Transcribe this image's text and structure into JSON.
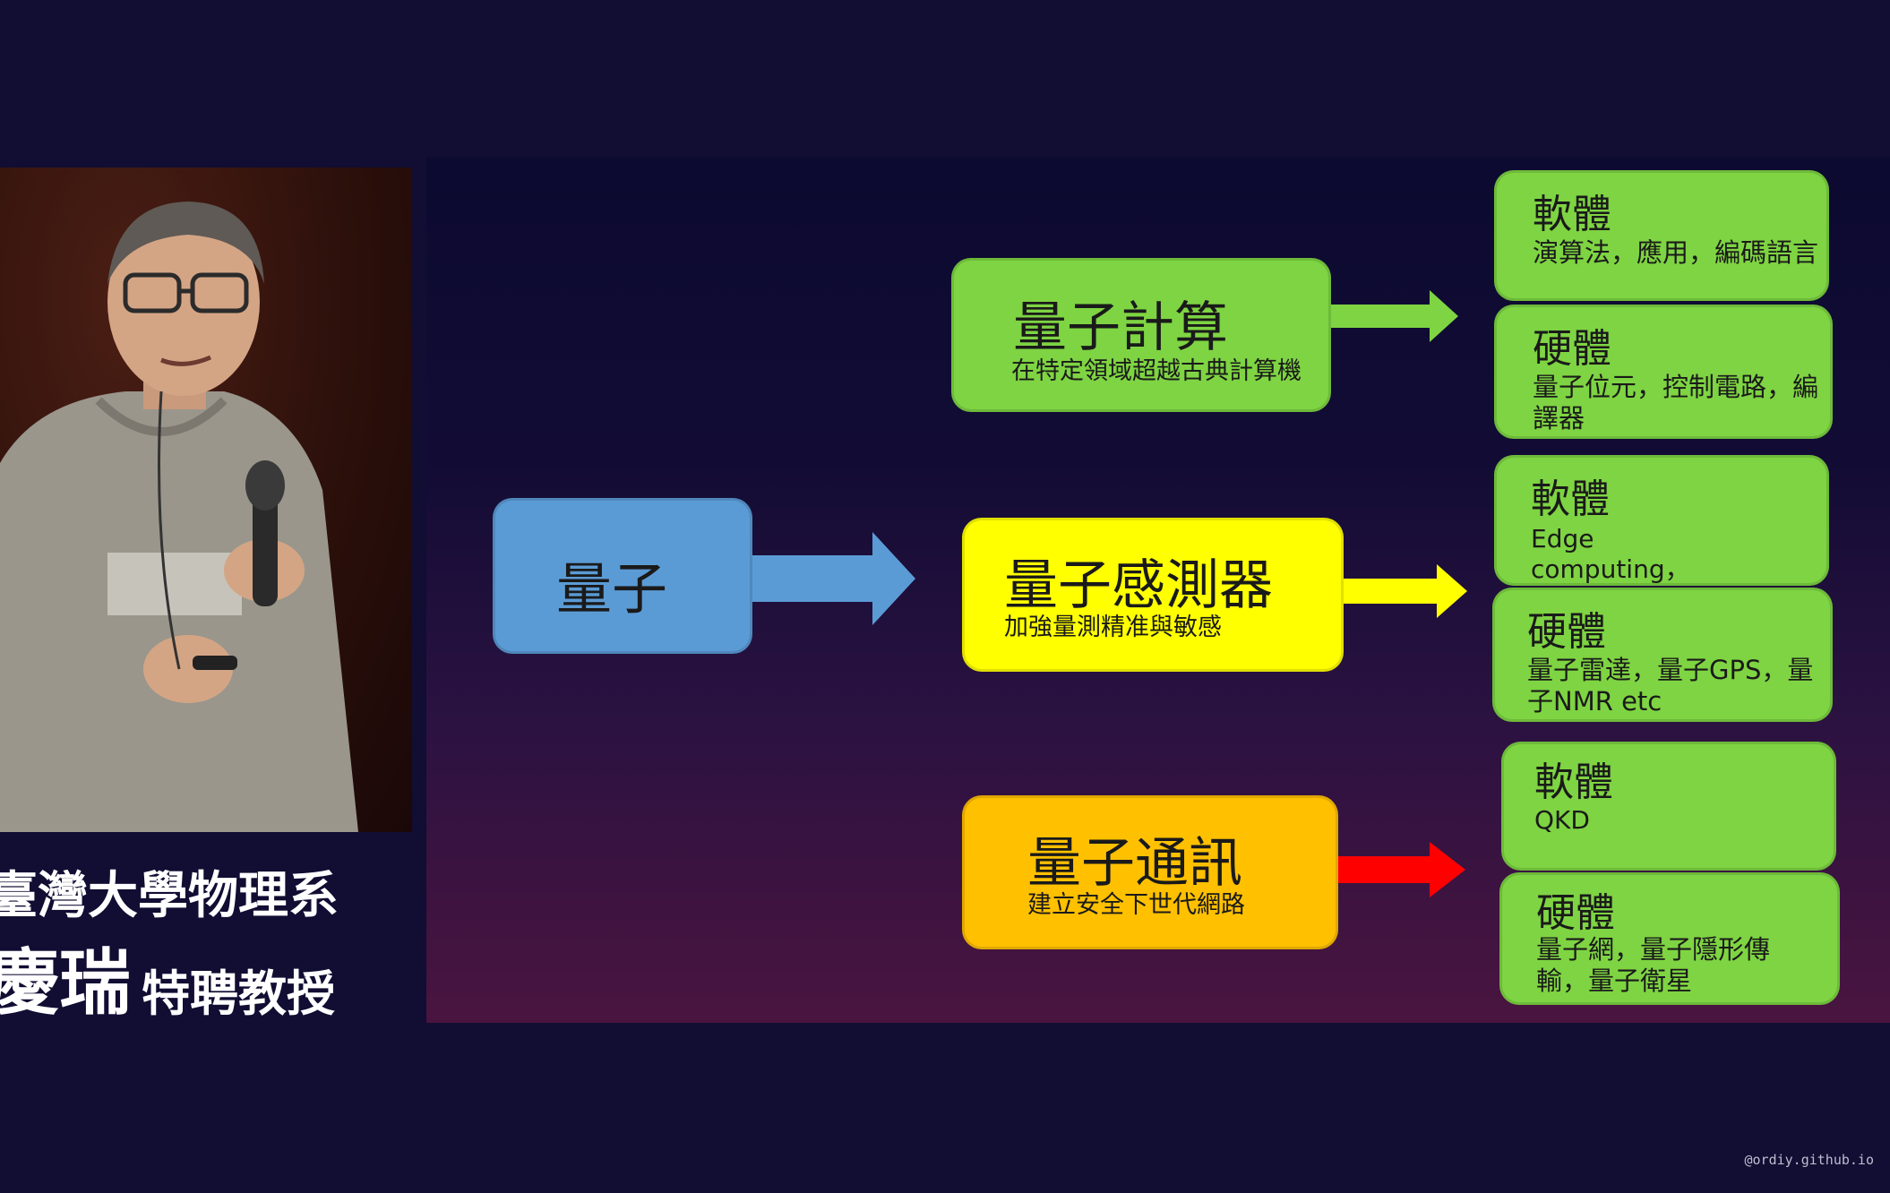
{
  "caption": {
    "line1": "臺灣大學物理系",
    "name": "慶瑞",
    "title": "特聘教授"
  },
  "slide": {
    "root": {
      "label": "量子"
    },
    "branches": [
      {
        "title": "量子計算",
        "subtitle": "在特定領域超越古典計算機",
        "color": "#7ed442",
        "arrow_color": "#7ed442",
        "software": {
          "title": "軟體",
          "detail": "演算法，應用，編碼語言"
        },
        "hardware": {
          "title": "硬體",
          "detail": "量子位元，控制電路，編譯器"
        }
      },
      {
        "title": "量子感測器",
        "subtitle": "加強量測精准與敏感",
        "color": "#ffff00",
        "arrow_color": "#ffff00",
        "software": {
          "title": "軟體",
          "detail": "Edge computing，Privacy comupting"
        },
        "hardware": {
          "title": "硬體",
          "detail": "量子雷達，量子GPS，量子NMR etc"
        }
      },
      {
        "title": "量子通訊",
        "subtitle": "建立安全下世代網路",
        "color": "#ffc000",
        "arrow_color": "#ff0000",
        "software": {
          "title": "軟體",
          "detail": "QKD"
        },
        "hardware": {
          "title": "硬體",
          "detail": "量子網，量子隱形傳輸，量子衛星"
        }
      }
    ]
  },
  "watermark": "@ordiy.github.io"
}
